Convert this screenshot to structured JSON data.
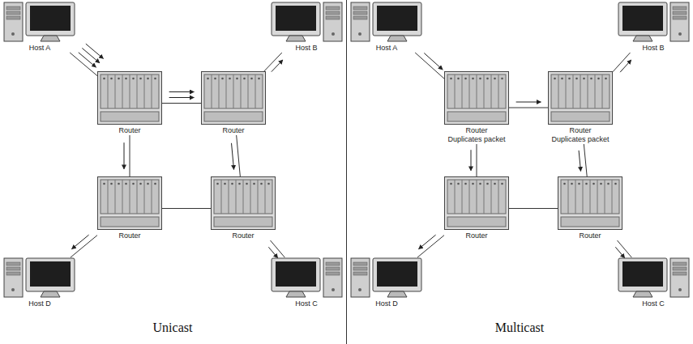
{
  "diagram": {
    "nodes": [
      {
        "text": [
          "Host A"
        ]
      },
      {
        "text": [
          "Host B"
        ]
      },
      {
        "text": [
          "Router"
        ]
      },
      {
        "text": [
          "Router"
        ]
      },
      {
        "text": [
          "Router"
        ]
      },
      {
        "text": [
          "Router"
        ]
      },
      {
        "text": [
          "Host D"
        ]
      },
      {
        "text": [
          "Host C"
        ]
      },
      {
        "text": [
          "Host A"
        ]
      },
      {
        "text": [
          "Host B"
        ]
      },
      {
        "text": [
          "Router",
          "Duplicates packet"
        ]
      },
      {
        "text": [
          "Router",
          "Duplicates packet"
        ]
      },
      {
        "text": [
          "Router"
        ]
      },
      {
        "text": [
          "Router"
        ]
      },
      {
        "text": [
          "Host D"
        ]
      },
      {
        "text": [
          "Host C"
        ]
      }
    ],
    "edges": [
      {
        "from": 0,
        "to": 2,
        "arrow": "to"
      },
      {
        "from": 2,
        "to": 3,
        "arrow": "to"
      },
      {
        "from": 3,
        "to": 1,
        "arrow": "to"
      },
      {
        "from": 2,
        "to": 4,
        "arrow": "to"
      },
      {
        "from": 3,
        "to": 5,
        "arrow": "to"
      },
      {
        "from": 4,
        "to": 6,
        "arrow": "to"
      },
      {
        "from": 5,
        "to": 7,
        "arrow": "to"
      },
      {
        "from": 4,
        "to": 5,
        "arrow": "none"
      },
      {
        "from": 8,
        "to": 10,
        "arrow": "to"
      },
      {
        "from": 10,
        "to": 11,
        "arrow": "to"
      },
      {
        "from": 11,
        "to": 9,
        "arrow": "to"
      },
      {
        "from": 10,
        "to": 12,
        "arrow": "to"
      },
      {
        "from": 11,
        "to": 13,
        "arrow": "to"
      },
      {
        "from": 12,
        "to": 14,
        "arrow": "to"
      },
      {
        "from": 13,
        "to": 15,
        "arrow": "to"
      },
      {
        "from": 12,
        "to": 13,
        "arrow": "none"
      }
    ],
    "labels": [
      "Unicast",
      "Multicast"
    ]
  }
}
